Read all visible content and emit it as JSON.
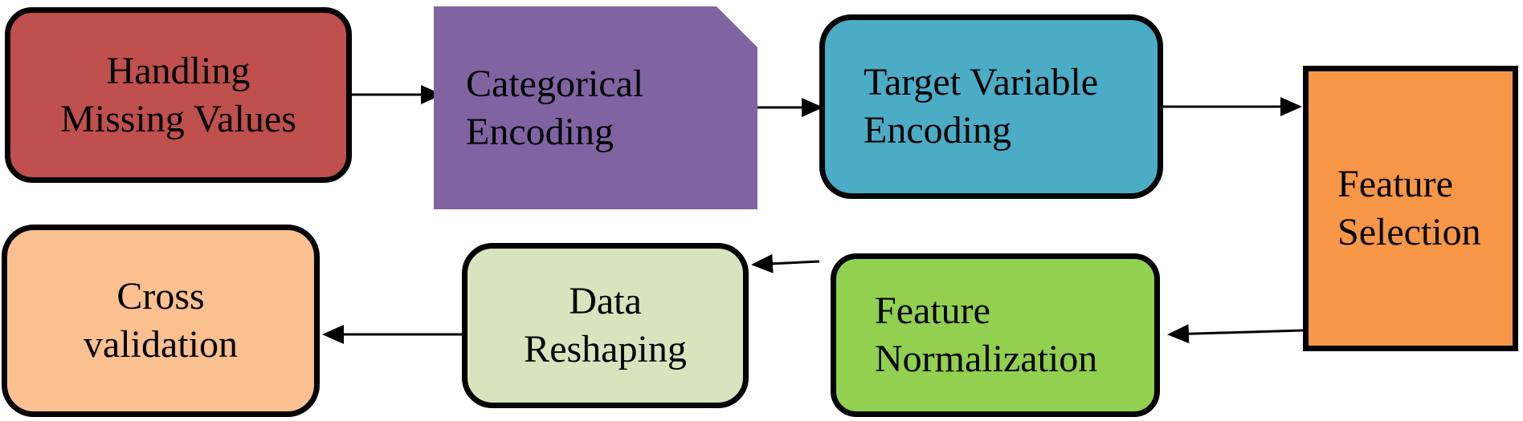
{
  "diagram": {
    "steps": [
      {
        "id": "missing",
        "lines": [
          "Handling",
          "Missing Values"
        ],
        "color": "#c0504d"
      },
      {
        "id": "categorical",
        "lines": [
          "Categorical",
          "Encoding"
        ],
        "color": "#8064a2"
      },
      {
        "id": "target",
        "lines": [
          "Target Variable",
          "Encoding"
        ],
        "color": "#4bacc6"
      },
      {
        "id": "feature_selection",
        "lines": [
          "Feature",
          "Selection"
        ],
        "color": "#f79646"
      },
      {
        "id": "normalization",
        "lines": [
          "Feature",
          "Normalization"
        ],
        "color": "#92d050"
      },
      {
        "id": "reshaping",
        "lines": [
          "Data",
          "Reshaping"
        ],
        "color": "#d7e4bd"
      },
      {
        "id": "cross_validation",
        "lines": [
          "Cross",
          "validation"
        ],
        "color": "#fac090"
      }
    ],
    "edges": [
      {
        "from": "missing",
        "to": "categorical"
      },
      {
        "from": "categorical",
        "to": "target"
      },
      {
        "from": "target",
        "to": "feature_selection"
      },
      {
        "from": "feature_selection",
        "to": "normalization"
      },
      {
        "from": "normalization",
        "to": "reshaping"
      },
      {
        "from": "reshaping",
        "to": "cross_validation"
      }
    ]
  }
}
